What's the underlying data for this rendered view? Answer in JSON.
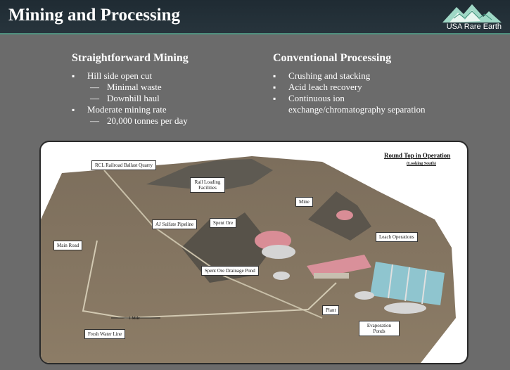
{
  "header": {
    "title": "Mining and Processing",
    "logo_text": "USA Rare Earth"
  },
  "mining": {
    "heading": "Straightforward Mining",
    "items": [
      {
        "level": 1,
        "text": "Hill side open cut"
      },
      {
        "level": 2,
        "text": "Minimal waste"
      },
      {
        "level": 2,
        "text": "Downhill haul"
      },
      {
        "level": 1,
        "text": "Moderate mining rate"
      },
      {
        "level": 2,
        "text": "20,000 tonnes per day"
      }
    ]
  },
  "processing": {
    "heading": "Conventional Processing",
    "items": [
      {
        "level": 1,
        "text": "Crushing and stacking"
      },
      {
        "level": 1,
        "text": "Acid leach recovery"
      },
      {
        "level": 1,
        "text": "Continuous ion"
      },
      {
        "level": 0,
        "text": "exchange/chromatography separation"
      }
    ]
  },
  "map": {
    "title": "Round Top in Operation",
    "subtitle": "(Looking South)",
    "scale": "1 Mile",
    "labels": {
      "quarry": "RCL Railroad Ballast Quarry",
      "rail": "Rail Loading Facilities",
      "pipeline": "AJ Sulfate Pipeline",
      "spent_ore": "Spent Ore",
      "main_road": "Main Road",
      "mine": "Mine",
      "leach": "Leach Operations",
      "drainage": "Spent Ore Drainage Pond",
      "plant": "Plant",
      "evaporation": "Evaporation Ponds",
      "fresh_water": "Fresh Water Line"
    }
  }
}
